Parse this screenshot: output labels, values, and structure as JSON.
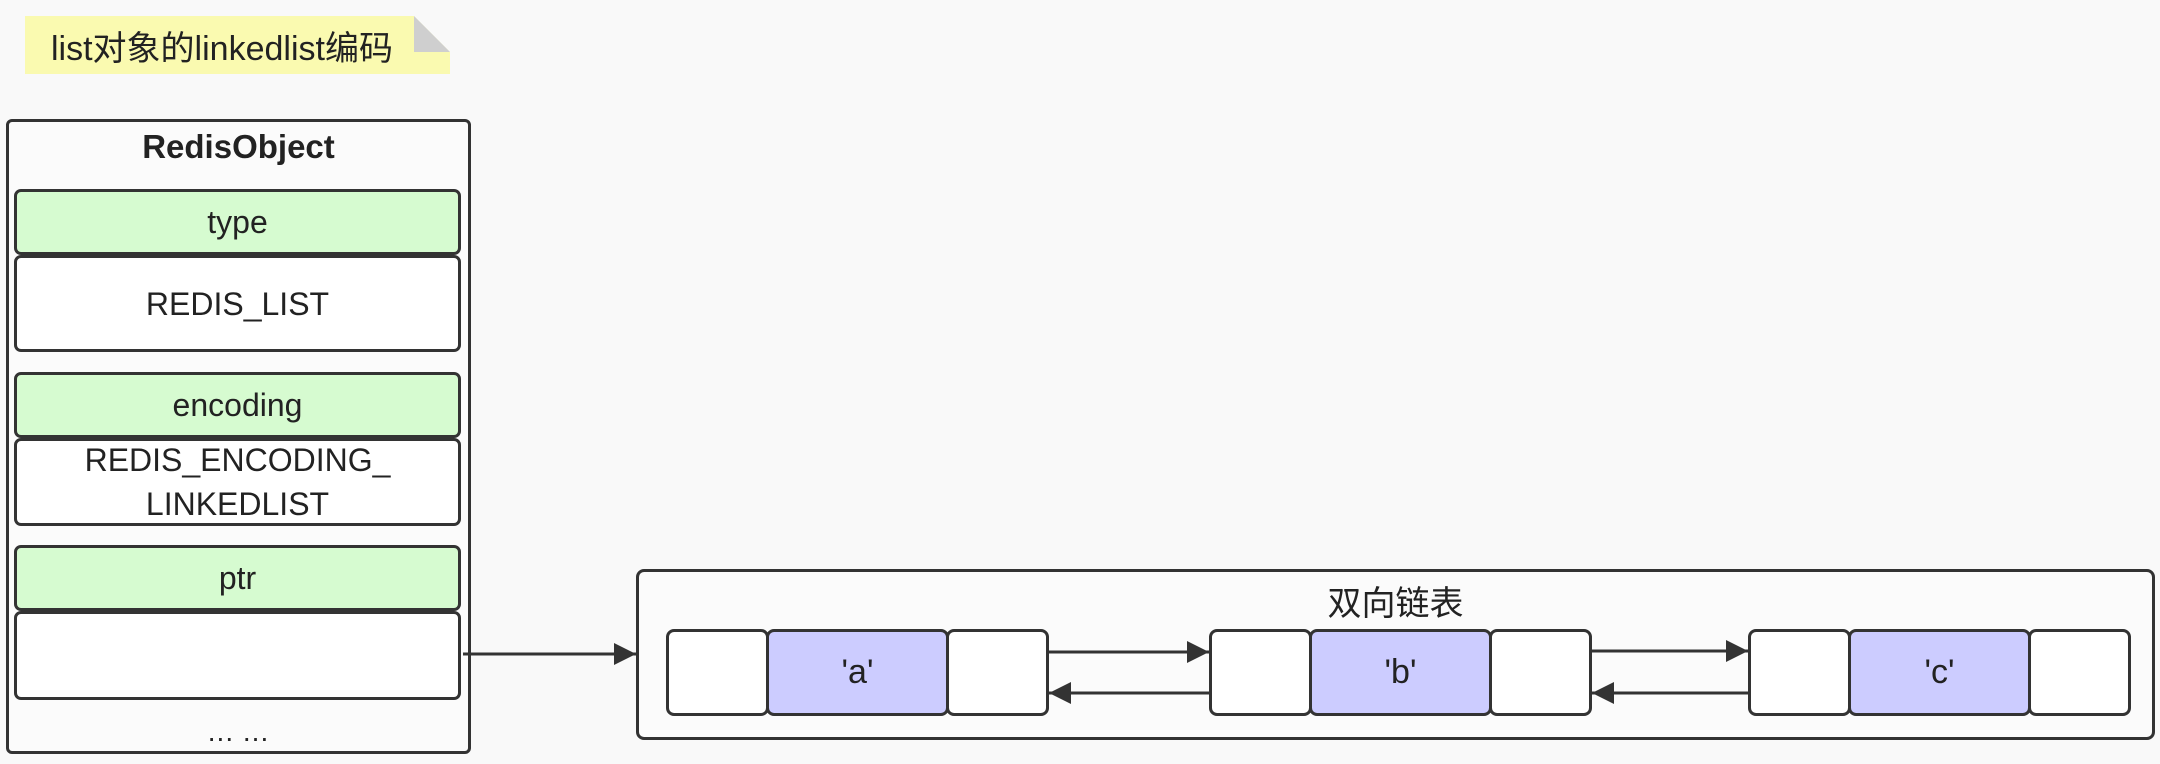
{
  "note": {
    "text": "list对象的linkedlist编码"
  },
  "redis_object": {
    "title": "RedisObject",
    "type_label": "type",
    "type_value": "REDIS_LIST",
    "encoding_label": "encoding",
    "encoding_value_line1": "REDIS_ENCODING_",
    "encoding_value_line2": "LINKEDLIST",
    "ptr_label": "ptr",
    "ptr_value": "",
    "ellipsis": "... ..."
  },
  "linked_list": {
    "title": "双向链表",
    "nodes": [
      {
        "value": "'a'"
      },
      {
        "value": "'b'"
      },
      {
        "value": "'c'"
      }
    ]
  },
  "colors": {
    "note_bg": "#fafab0",
    "field_label_bg": "#d6fbd0",
    "node_value_bg": "#ccccff",
    "stroke": "#333333"
  }
}
